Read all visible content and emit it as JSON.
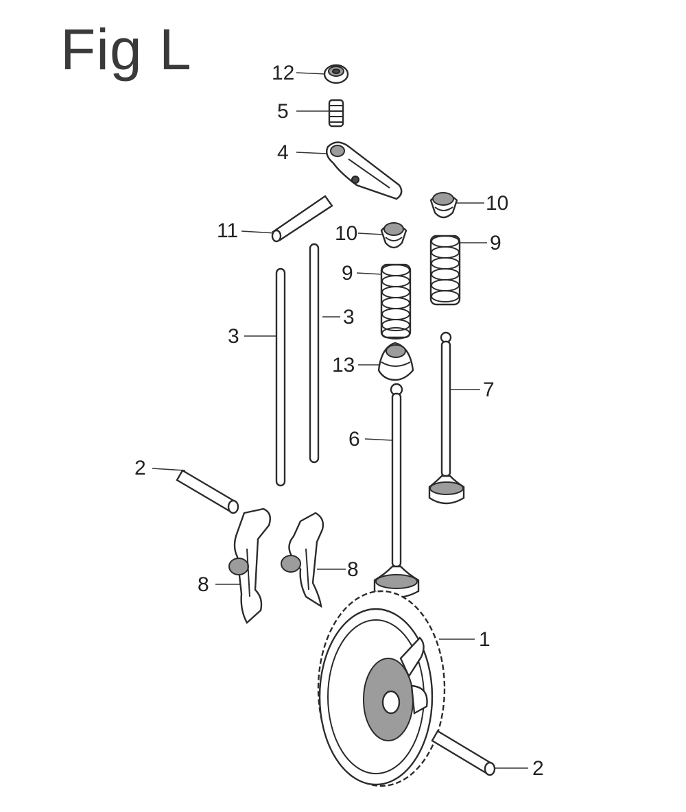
{
  "figure": {
    "title": "Fig L"
  },
  "callouts": [
    {
      "id": "c12",
      "label": "12"
    },
    {
      "id": "c5",
      "label": "5"
    },
    {
      "id": "c4",
      "label": "4"
    },
    {
      "id": "c11",
      "label": "11"
    },
    {
      "id": "c10a",
      "label": "10"
    },
    {
      "id": "c10b",
      "label": "10"
    },
    {
      "id": "c9a",
      "label": "9"
    },
    {
      "id": "c9b",
      "label": "9"
    },
    {
      "id": "c3a",
      "label": "3"
    },
    {
      "id": "c3b",
      "label": "3"
    },
    {
      "id": "c13",
      "label": "13"
    },
    {
      "id": "c7",
      "label": "7"
    },
    {
      "id": "c6",
      "label": "6"
    },
    {
      "id": "c2a",
      "label": "2"
    },
    {
      "id": "c8a",
      "label": "8"
    },
    {
      "id": "c8b",
      "label": "8"
    },
    {
      "id": "c1",
      "label": "1"
    },
    {
      "id": "c2b",
      "label": "2"
    }
  ]
}
